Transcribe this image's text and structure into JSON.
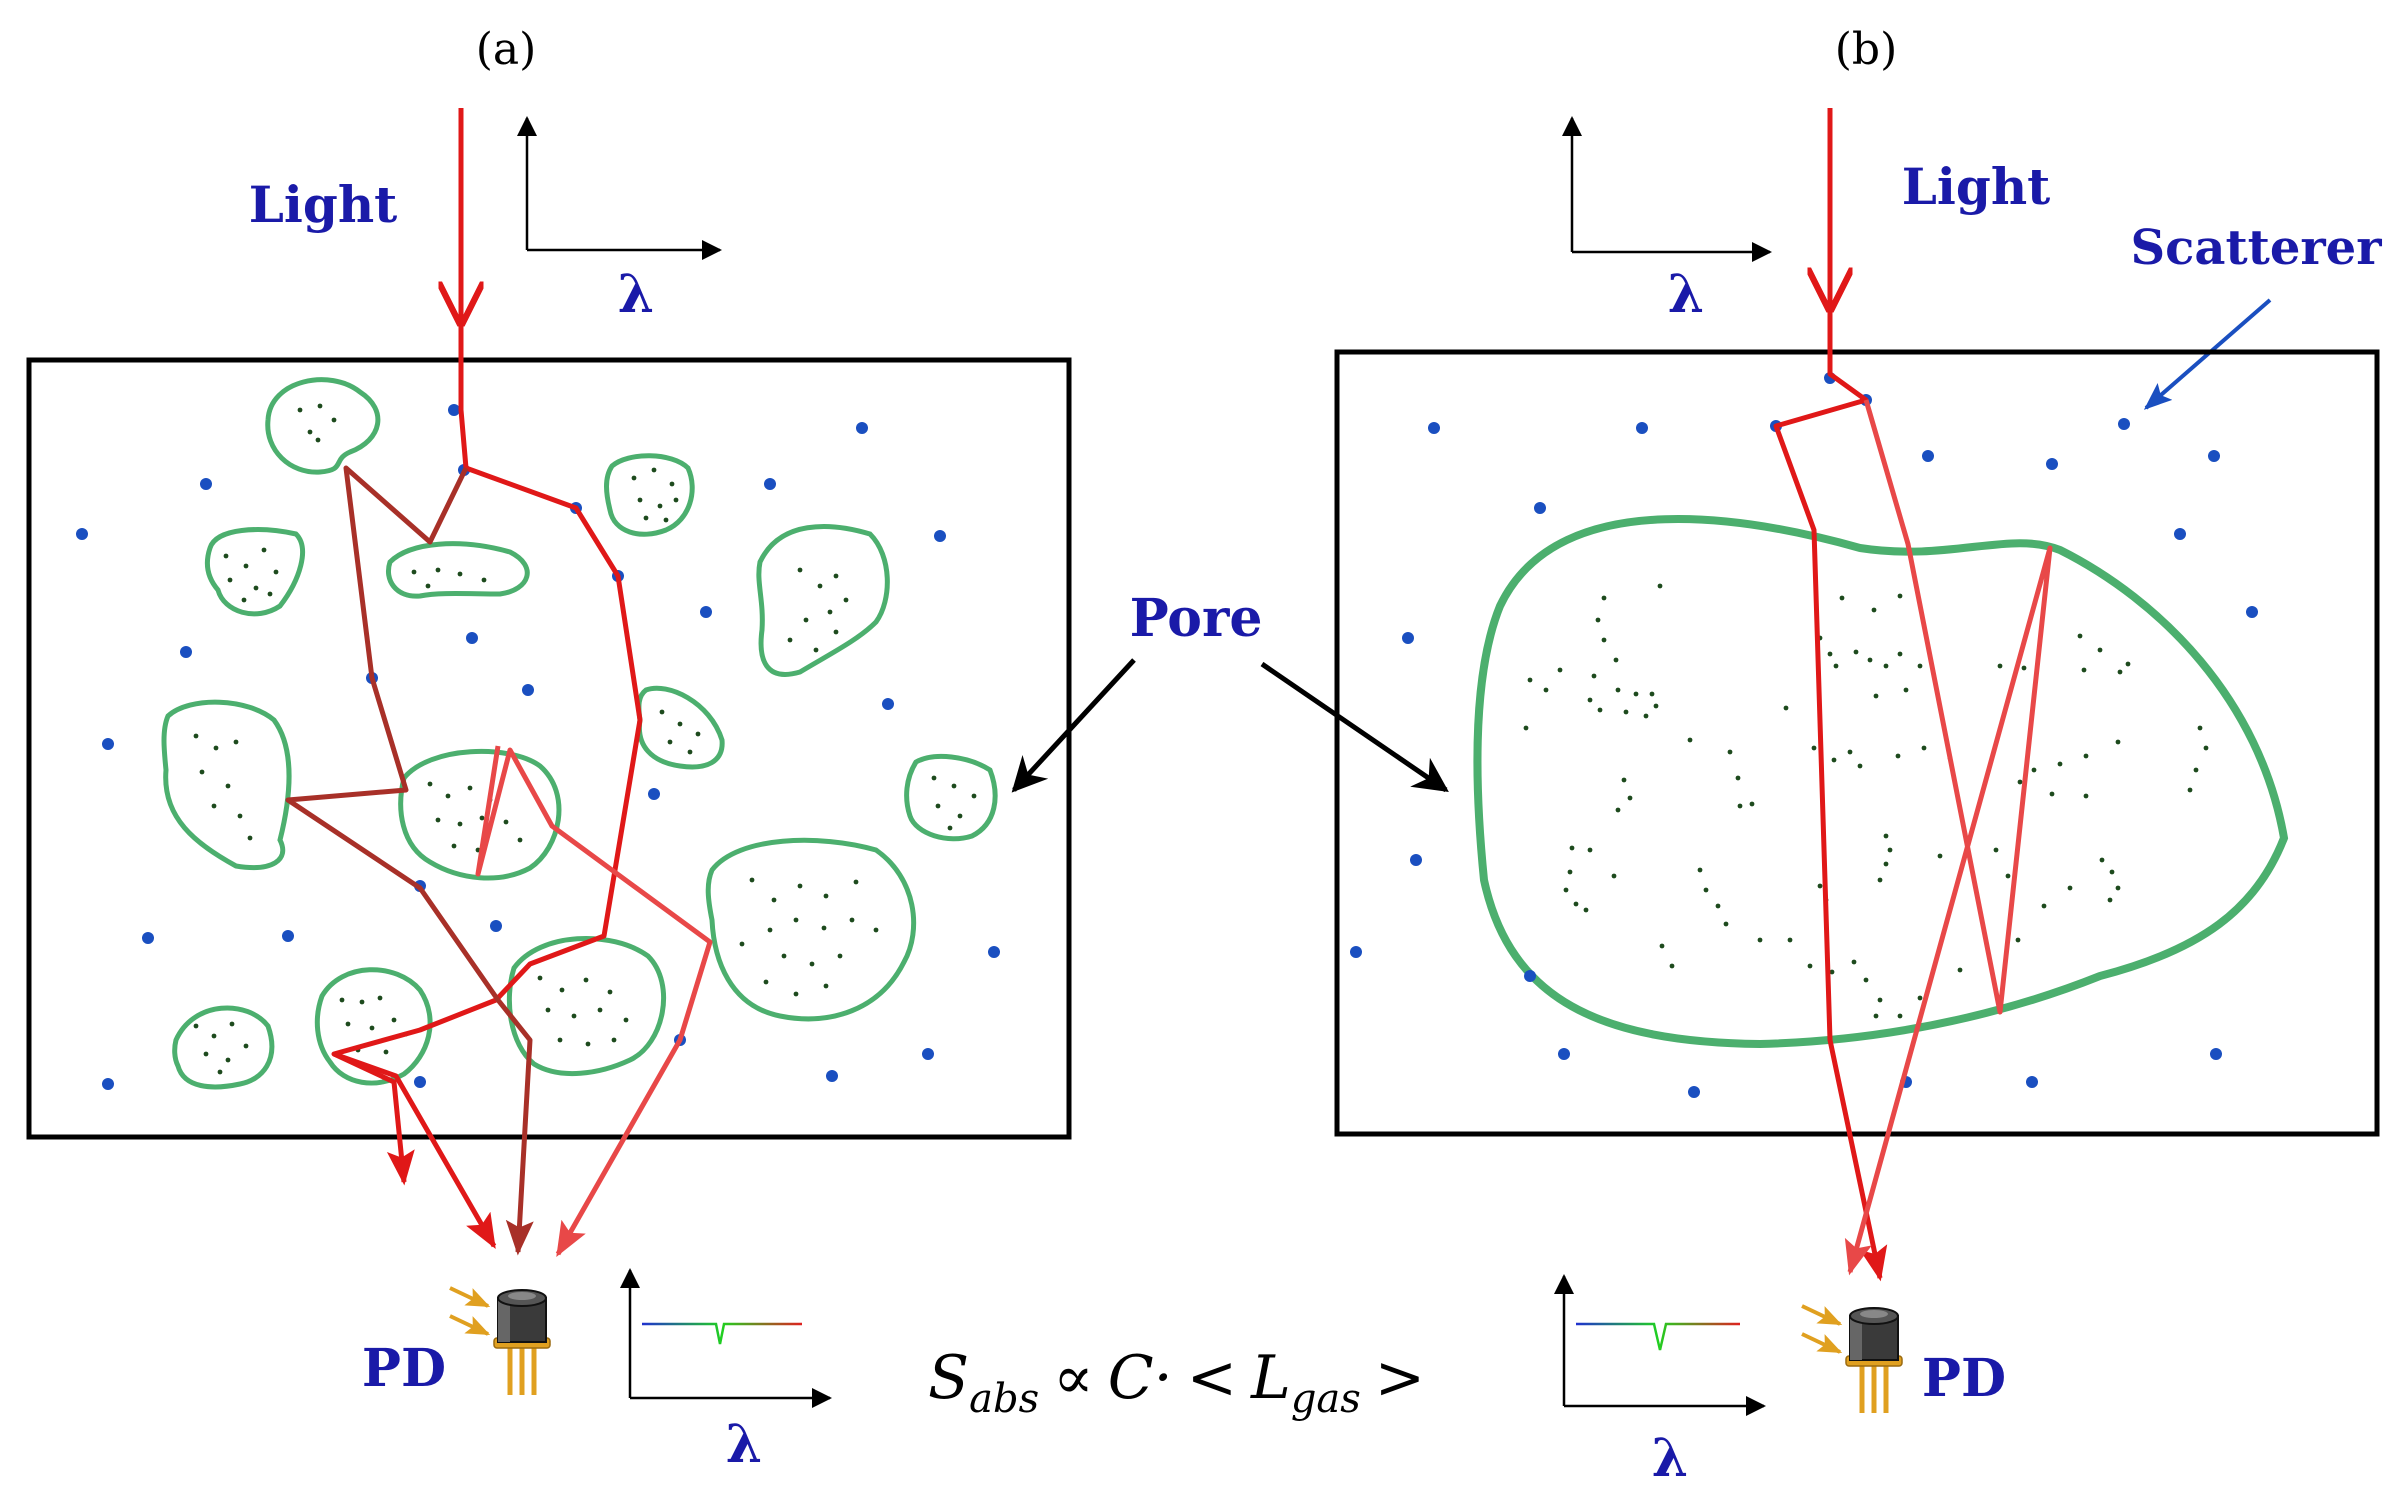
{
  "panels": {
    "a": {
      "label": "(a)",
      "light_label": "Light",
      "lambda_label": "λ",
      "detector_label": "PD",
      "lambda_label_out": "λ"
    },
    "b": {
      "label": "(b)",
      "light_label": "Light",
      "lambda_label": "λ",
      "scatterer_label": "Scatterer",
      "detector_label": "PD",
      "lambda_label_out": "λ"
    }
  },
  "pore_label": "Pore",
  "formula": {
    "s": "S",
    "s_sub": "abs",
    "propto": "∝",
    "c": "C·",
    "lt": "<",
    "l": "L",
    "l_sub": "gas",
    "gt": ">"
  },
  "colors": {
    "light_ray": "#e01818",
    "ray_dark": "#a83028",
    "ray_light": "#e84848",
    "pore_outline": "#4caf6e",
    "scatterer": "#1a4fc0",
    "gas_dot": "#1d4a1d",
    "label_blue": "#1a1aa8",
    "detector_gold": "#e0a020"
  },
  "icons": [
    "photodetector-icon",
    "incident-light-arrows-icon",
    "spectrum-axes-icon"
  ]
}
